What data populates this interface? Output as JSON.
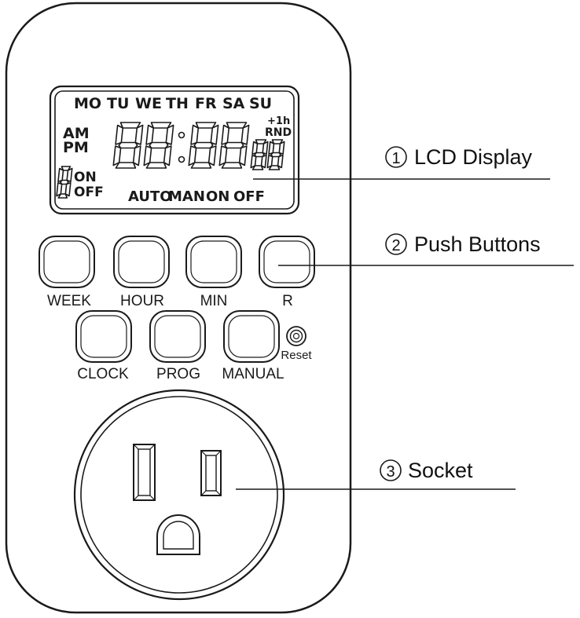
{
  "lcd": {
    "days": [
      "MO",
      "TU",
      "WE",
      "TH",
      "FR",
      "SA",
      "SU"
    ],
    "am": "AM",
    "pm": "PM",
    "on": "ON",
    "off": "OFF",
    "plus1h": "+1h",
    "rnd": "RND",
    "modes": [
      "AUTO",
      "MAN",
      "ON",
      "OFF"
    ]
  },
  "buttons": {
    "row1": [
      "WEEK",
      "HOUR",
      "MIN",
      "R"
    ],
    "row2": [
      "CLOCK",
      "PROG",
      "MANUAL"
    ],
    "reset": "Reset"
  },
  "callouts": [
    {
      "number": "1",
      "label": "LCD Display"
    },
    {
      "number": "2",
      "label": "Push Buttons"
    },
    {
      "number": "3",
      "label": "Socket"
    }
  ]
}
